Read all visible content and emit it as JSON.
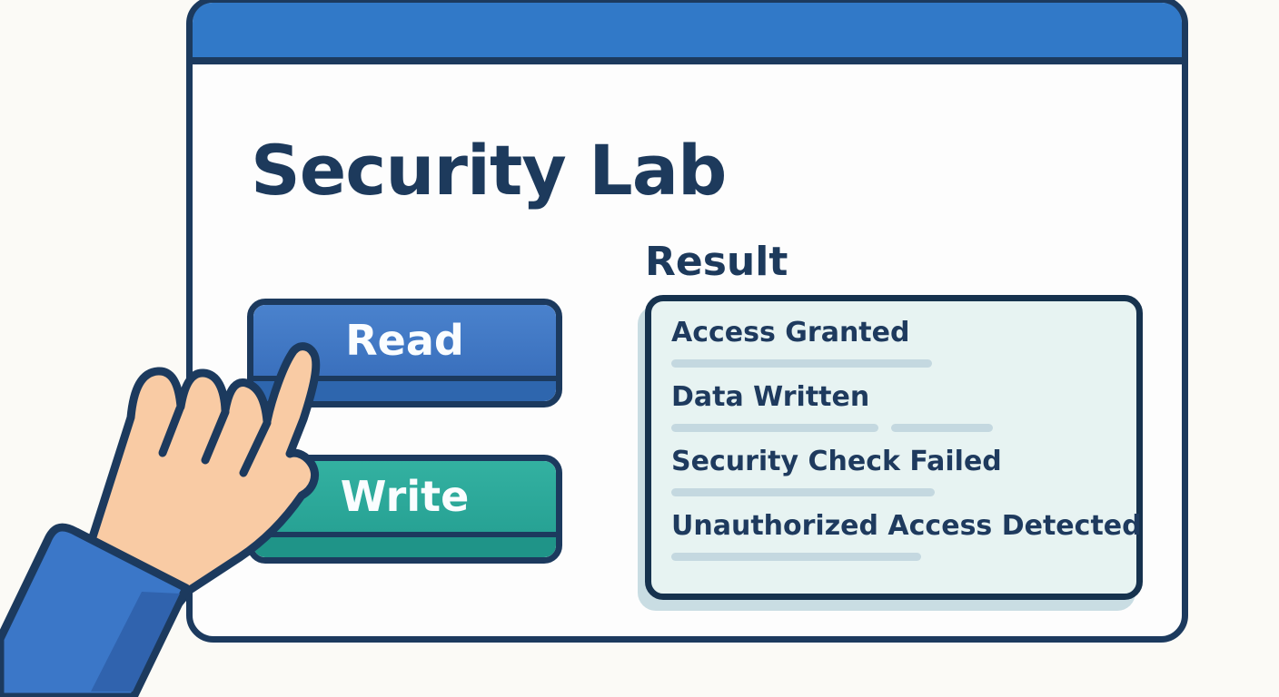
{
  "window": {
    "heading": "Security Lab"
  },
  "buttons": [
    {
      "label": "Read",
      "color": "#3c74c2",
      "lip_color": "#2e66ae"
    },
    {
      "label": "Write",
      "color": "#2baa9b",
      "lip_color": "#1f9488"
    }
  ],
  "result_panel": {
    "label": "Result",
    "entries": [
      {
        "text": "Access Granted",
        "lines": [
          287
        ]
      },
      {
        "text": "Data Written",
        "lines": [
          228,
          112
        ]
      },
      {
        "text": "Security Check Failed",
        "lines": [
          290
        ]
      },
      {
        "text": "Unauthorized Access Detected",
        "lines": [
          275
        ]
      }
    ]
  },
  "cursor": {
    "icon": "pointing-hand-icon"
  },
  "colors": {
    "header_blue": "#3179c8",
    "outline_navy": "#1c3a5e",
    "panel_bg": "#e7f3f2",
    "panel_shadow": "#c9dde3",
    "placeholder_line": "#c4d8e0",
    "text_navy": "#1d3a5c",
    "button_text": "#fafdff",
    "skin": "#f9cba4",
    "sleeve_blue": "#3b77c8",
    "sleeve_dark": "#3063ae",
    "background": "#fbfaf6"
  }
}
